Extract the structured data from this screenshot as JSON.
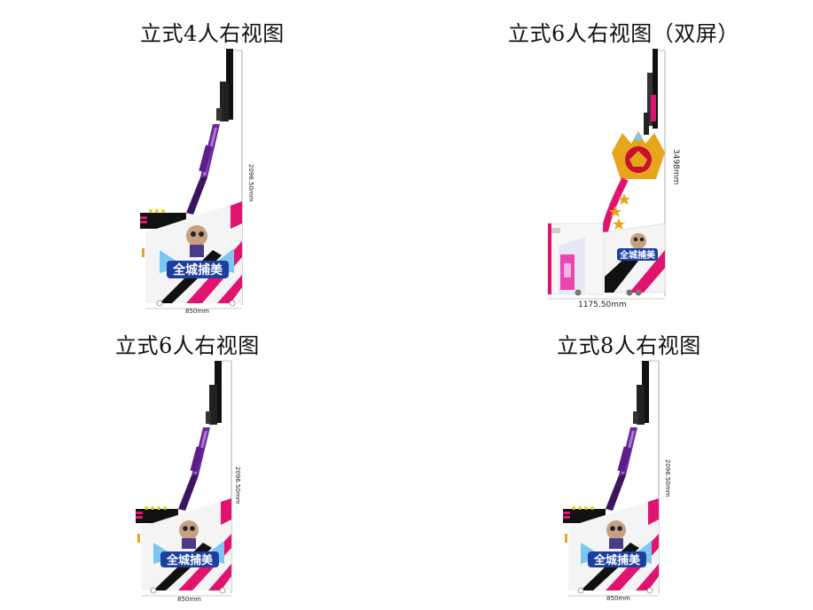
{
  "views": [
    {
      "id": "4p",
      "title": "立式4人右视图",
      "width_label": "850mm",
      "height_label": "2096.50mm",
      "logo": "全城捕美"
    },
    {
      "id": "6p-dual",
      "title": "立式6人右视图（双屏）",
      "width_label": "1175.50mm",
      "height_label": "3498mm",
      "logo": "全城捕美"
    },
    {
      "id": "6p",
      "title": "立式6人右视图",
      "width_label": "850mm",
      "height_label": "2096.50mm",
      "logo": "全城捕美"
    },
    {
      "id": "8p",
      "title": "立式8人右视图",
      "width_label": "850mm",
      "height_label": "2096.50mm",
      "logo": "全城捕美"
    }
  ],
  "colors": {
    "magenta": "#e0136e",
    "purple": "#6a2a9a",
    "black": "#111111",
    "gold": "#e6a51c",
    "red": "#c8102e"
  }
}
